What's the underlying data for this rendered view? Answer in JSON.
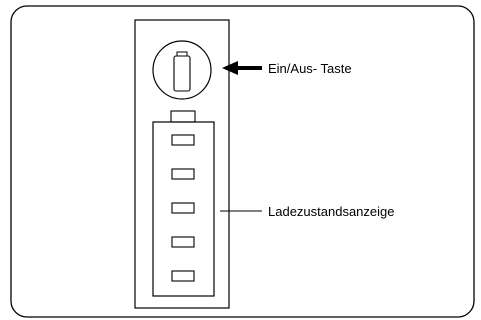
{
  "labels": {
    "power_button": "Ein/Aus- Taste",
    "charge_indicator": "Ladezustandsanzeige"
  },
  "indicator": {
    "segment_count": 5
  },
  "colors": {
    "stroke": "#000000",
    "background": "#ffffff"
  },
  "icons": {
    "power_button": "battery-icon",
    "pointer": "arrow-left-icon"
  }
}
